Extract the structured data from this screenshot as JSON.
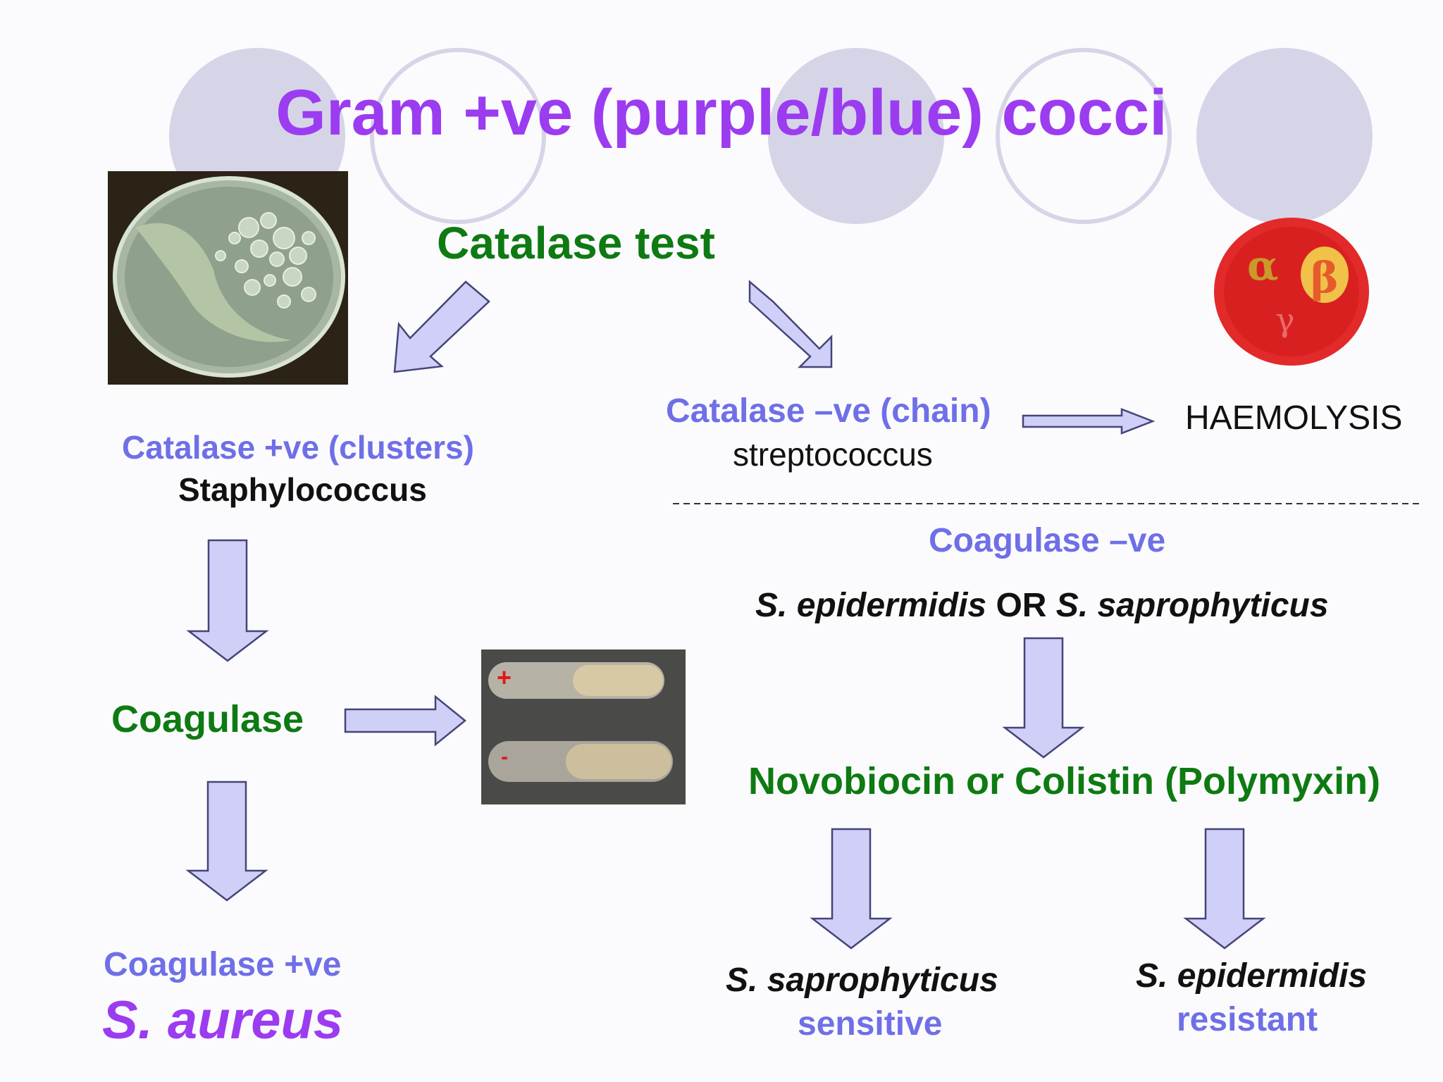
{
  "title": "Gram +ve (purple/blue) cocci",
  "catalase_test": "Catalase test",
  "left_branch": {
    "result": "Catalase +ve (clusters)",
    "organism": "Staphylococcus",
    "test": "Coagulase",
    "final_result": "Coagulase +ve",
    "final_organism": "S. aureus"
  },
  "right_branch": {
    "result": "Catalase –ve (chain)",
    "organism": "streptococcus",
    "haemolysis": "HAEMOLYSIS",
    "coag_neg": "Coagulase –ve",
    "species_a": "S. epidermidis",
    "or_word": "OR",
    "species_b": "S. saprophyticus",
    "test": "Novobiocin or Colistin (Polymyxin)",
    "sensitive_species": "S. saprophyticus",
    "sensitive_label": "sensitive",
    "resistant_species": "S. epidermidis",
    "resistant_label": "resistant"
  },
  "images": {
    "plate": "catalase-plate-image",
    "blood_agar": "blood-agar-haemolysis-image",
    "tubes": "coagulase-tubes-image",
    "blood_agar_letters": [
      "α",
      "β",
      "γ"
    ],
    "tube_marks": [
      "+",
      "-"
    ]
  },
  "colors": {
    "title": "#9b3cf0",
    "green": "#0e7a12",
    "lilac": "#6f6fe8",
    "arrow_fill": "#cfcff8",
    "arrow_stroke": "#45457a"
  }
}
